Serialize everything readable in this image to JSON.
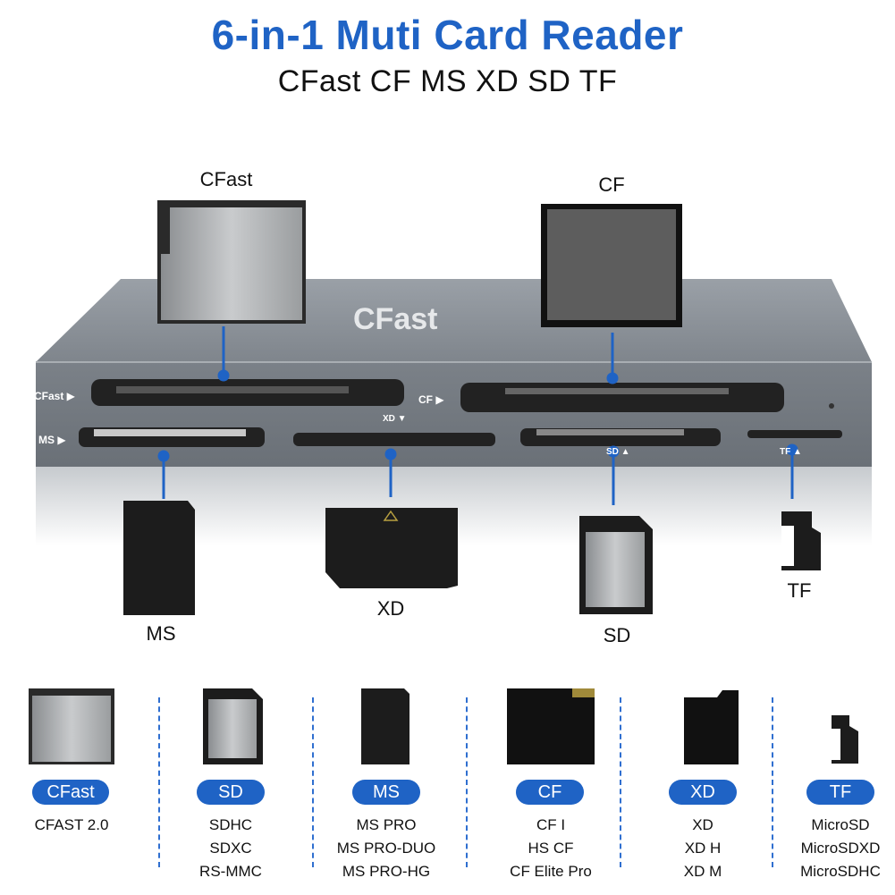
{
  "header": {
    "title": "6-in-1 Muti Card Reader",
    "subtitle": "CFast CF MS XD SD TF"
  },
  "device": {
    "brand_text": "CFast",
    "slot_labels": {
      "cfast": "CFast ▶",
      "cf": "CF ▶",
      "ms": "MS ▶",
      "xd": "XD ▼",
      "sd": "SD ▲",
      "tf": "TF ▲"
    }
  },
  "card_labels": {
    "cfast": "CFast",
    "cf": "CF",
    "ms": "MS",
    "xd": "XD",
    "sd": "SD",
    "tf": "TF"
  },
  "compat": [
    {
      "badge": "CFast",
      "items": [
        "CFAST 2.0"
      ]
    },
    {
      "badge": "SD",
      "items": [
        "SDHC",
        "SDXC",
        "RS-MMC"
      ]
    },
    {
      "badge": "MS",
      "items": [
        "MS PRO",
        "MS PRO-DUO",
        "MS PRO-HG"
      ]
    },
    {
      "badge": "CF",
      "items": [
        "CF I",
        "HS CF",
        "CF Elite Pro"
      ]
    },
    {
      "badge": "XD",
      "items": [
        "XD",
        "XD H",
        "XD M"
      ]
    },
    {
      "badge": "TF",
      "items": [
        "MicroSD",
        "MicroSDXD",
        "MicroSDHC"
      ]
    }
  ],
  "colors": {
    "accent": "#1f63c5",
    "device_body": "#8e949b",
    "card_black": "#1c1c1c"
  }
}
